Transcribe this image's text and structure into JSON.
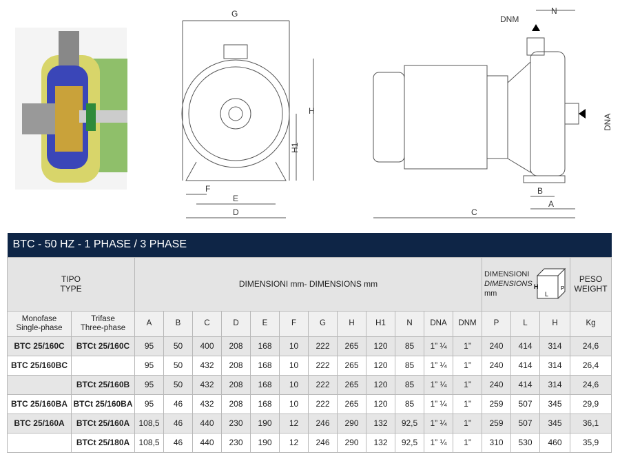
{
  "drawings": {
    "labels": {
      "G": "G",
      "H": "H",
      "H1": "H1",
      "F": "F",
      "E": "E",
      "D": "D",
      "DNM": "DNM",
      "N": "N",
      "DNA": "DNA",
      "B": "B",
      "A": "A",
      "C": "C"
    }
  },
  "table": {
    "title": "BTC - 50 HZ - 1 PHASE / 3 PHASE",
    "tipo": "TIPO",
    "type": "TYPE",
    "dimensions_header": "DIMENSIONI mm- DIMENSIONS mm",
    "pack_header": {
      "l1": "DIMENSIONI",
      "l2": "DIMENSIONS",
      "l3": "mm",
      "box_h": "H",
      "box_l": "L",
      "box_p": "P"
    },
    "peso": "PESO",
    "weight": "WEIGHT",
    "sub": {
      "mono1": "Monofase",
      "mono2": "Single-phase",
      "tri1": "Trifase",
      "tri2": "Three-phase"
    },
    "columns": [
      "A",
      "B",
      "C",
      "D",
      "E",
      "F",
      "G",
      "H",
      "H1",
      "N",
      "DNA",
      "DNM",
      "P",
      "L",
      "H",
      "Kg"
    ],
    "rows": [
      {
        "mono": "BTC 25/160C",
        "tri": "BTCt 25/160C",
        "v": [
          "95",
          "50",
          "400",
          "208",
          "168",
          "10",
          "222",
          "265",
          "120",
          "85",
          "1” ¼",
          "1”",
          "240",
          "414",
          "314",
          "24,6"
        ]
      },
      {
        "mono": "BTC 25/160BC",
        "tri": "",
        "v": [
          "95",
          "50",
          "432",
          "208",
          "168",
          "10",
          "222",
          "265",
          "120",
          "85",
          "1” ¼",
          "1”",
          "240",
          "414",
          "314",
          "26,4"
        ]
      },
      {
        "mono": "",
        "tri": "BTCt 25/160B",
        "v": [
          "95",
          "50",
          "432",
          "208",
          "168",
          "10",
          "222",
          "265",
          "120",
          "85",
          "1” ¼",
          "1”",
          "240",
          "414",
          "314",
          "24,6"
        ]
      },
      {
        "mono": "BTC 25/160BA",
        "tri": "BTCt 25/160BA",
        "v": [
          "95",
          "46",
          "432",
          "208",
          "168",
          "10",
          "222",
          "265",
          "120",
          "85",
          "1” ¼",
          "1”",
          "259",
          "507",
          "345",
          "29,9"
        ]
      },
      {
        "mono": "BTC 25/160A",
        "tri": "BTCt 25/160A",
        "v": [
          "108,5",
          "46",
          "440",
          "230",
          "190",
          "12",
          "246",
          "290",
          "132",
          "92,5",
          "1” ¼",
          "1”",
          "259",
          "507",
          "345",
          "36,1"
        ]
      },
      {
        "mono": "",
        "tri": "BTCt 25/180A",
        "v": [
          "108,5",
          "46",
          "440",
          "230",
          "190",
          "12",
          "246",
          "290",
          "132",
          "92,5",
          "1” ¼",
          "1”",
          "310",
          "530",
          "460",
          "35,9"
        ]
      }
    ]
  }
}
